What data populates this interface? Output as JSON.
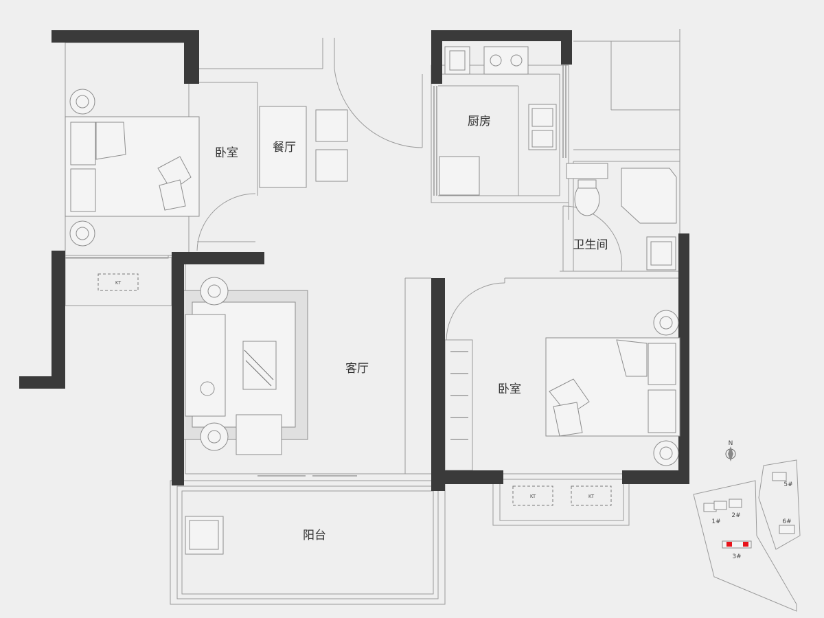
{
  "rooms": {
    "bedroom_north": "卧室",
    "dining": "餐厅",
    "kitchen": "厨房",
    "bathroom": "卫生间",
    "living": "客厅",
    "bedroom_south": "卧室",
    "balcony": "阳台"
  },
  "ac_units": {
    "west": "KT",
    "south_left": "KT",
    "south_right": "KT"
  },
  "site_plan": {
    "compass": "N",
    "buildings": [
      "1#",
      "2#",
      "3#",
      "5#",
      "6#"
    ],
    "highlight_color": "#e8131a"
  },
  "colors": {
    "wall": "#3a3a3a",
    "background": "#efefef",
    "line": "#9a9a9a"
  }
}
